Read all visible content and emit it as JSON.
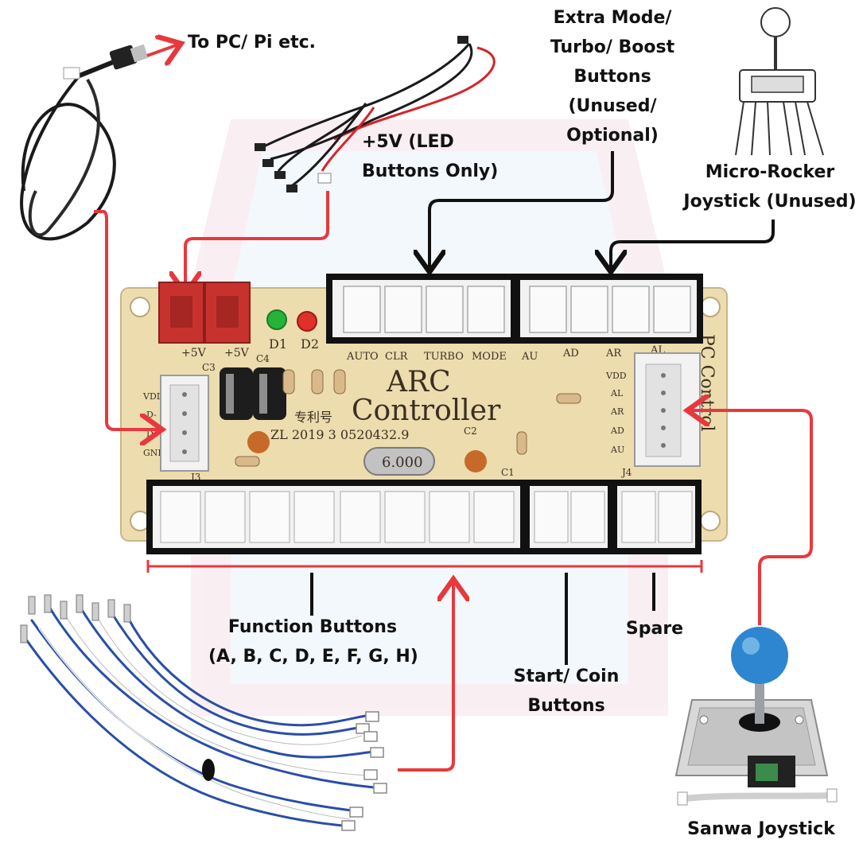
{
  "labels": {
    "to_pc": "To PC/ Pi etc.",
    "plus5v_line1": "+5V (LED",
    "plus5v_line2": "Buttons Only)",
    "extra_line1": "Extra Mode/",
    "extra_line2": "Turbo/ Boost",
    "extra_line3": "Buttons",
    "extra_line4": "(Unused/",
    "extra_line5": "Optional)",
    "micro_line1": "Micro-Rocker",
    "micro_line2": "Joystick (Unused)",
    "function_line1": "Function Buttons",
    "function_line2": "(A, B, C, D, E, F, G, H)",
    "start_line1": "Start/ Coin",
    "start_line2": "Buttons",
    "spare": "Spare",
    "sanwa": "Sanwa Joystick"
  },
  "board": {
    "title_line1": "ARC",
    "title_line2": "Controller",
    "patent_text": "专利号",
    "patent_number": "ZL 2019 3 0520432.9",
    "crystal": "6.000",
    "pc_control": "PC Control",
    "top_pins": [
      "AUTO",
      "CLR",
      "TURBO",
      "MODE",
      "AU",
      "AD",
      "AR",
      "AL"
    ],
    "left_pins": [
      "VDD",
      "D-",
      "D+",
      "GND"
    ],
    "right_pins": [
      "VDD",
      "AL",
      "AR",
      "AD",
      "AU"
    ],
    "power_labels": [
      "+5V",
      "+5V"
    ],
    "leds": [
      "D1",
      "D2"
    ],
    "component_labels": [
      "C3",
      "C4",
      "C2",
      "C1",
      "J4",
      "J3"
    ]
  },
  "colors": {
    "arrow_red": "#e8383d",
    "arrow_black": "#111111",
    "pcb": "#ecdcae",
    "connector": "#f2f2f2",
    "wire_blue": "#2a4ea8",
    "ball_blue": "#2f86d0",
    "led_green": "#25b33a",
    "led_red": "#e0302a",
    "jst_red": "#c8322e"
  }
}
